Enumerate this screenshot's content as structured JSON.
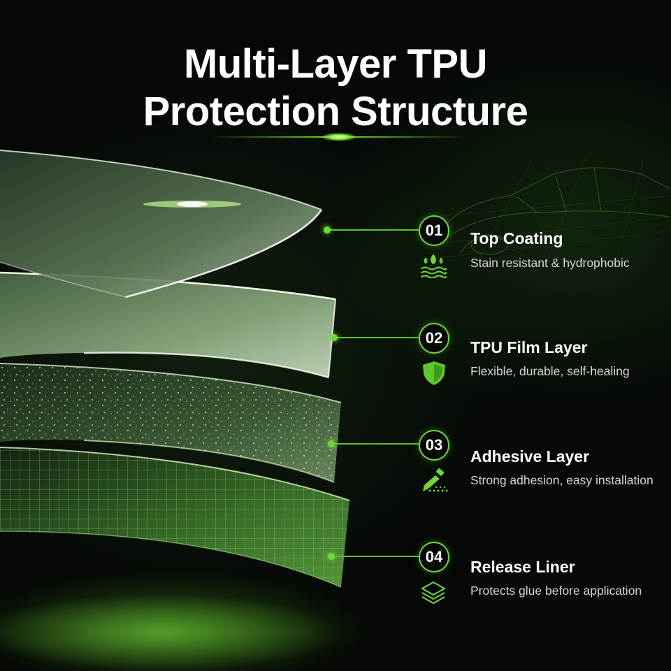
{
  "title": {
    "line1": "Multi-Layer TPU",
    "line2": "Protection Structure"
  },
  "accent_color": "#6fd73a",
  "layers": [
    {
      "number": "01",
      "name": "Top Coating",
      "description": "Stain resistant & hydrophobic",
      "icon": "water-drops-icon"
    },
    {
      "number": "02",
      "name": "TPU Film Layer",
      "description": "Flexible, durable, self-healing",
      "icon": "shield-icon"
    },
    {
      "number": "03",
      "name": "Adhesive Layer",
      "description": "Strong adhesion, easy installation",
      "icon": "glue-applicator-icon"
    },
    {
      "number": "04",
      "name": "Release Liner",
      "description": "Protects glue before application",
      "icon": "stacked-layers-icon"
    }
  ]
}
